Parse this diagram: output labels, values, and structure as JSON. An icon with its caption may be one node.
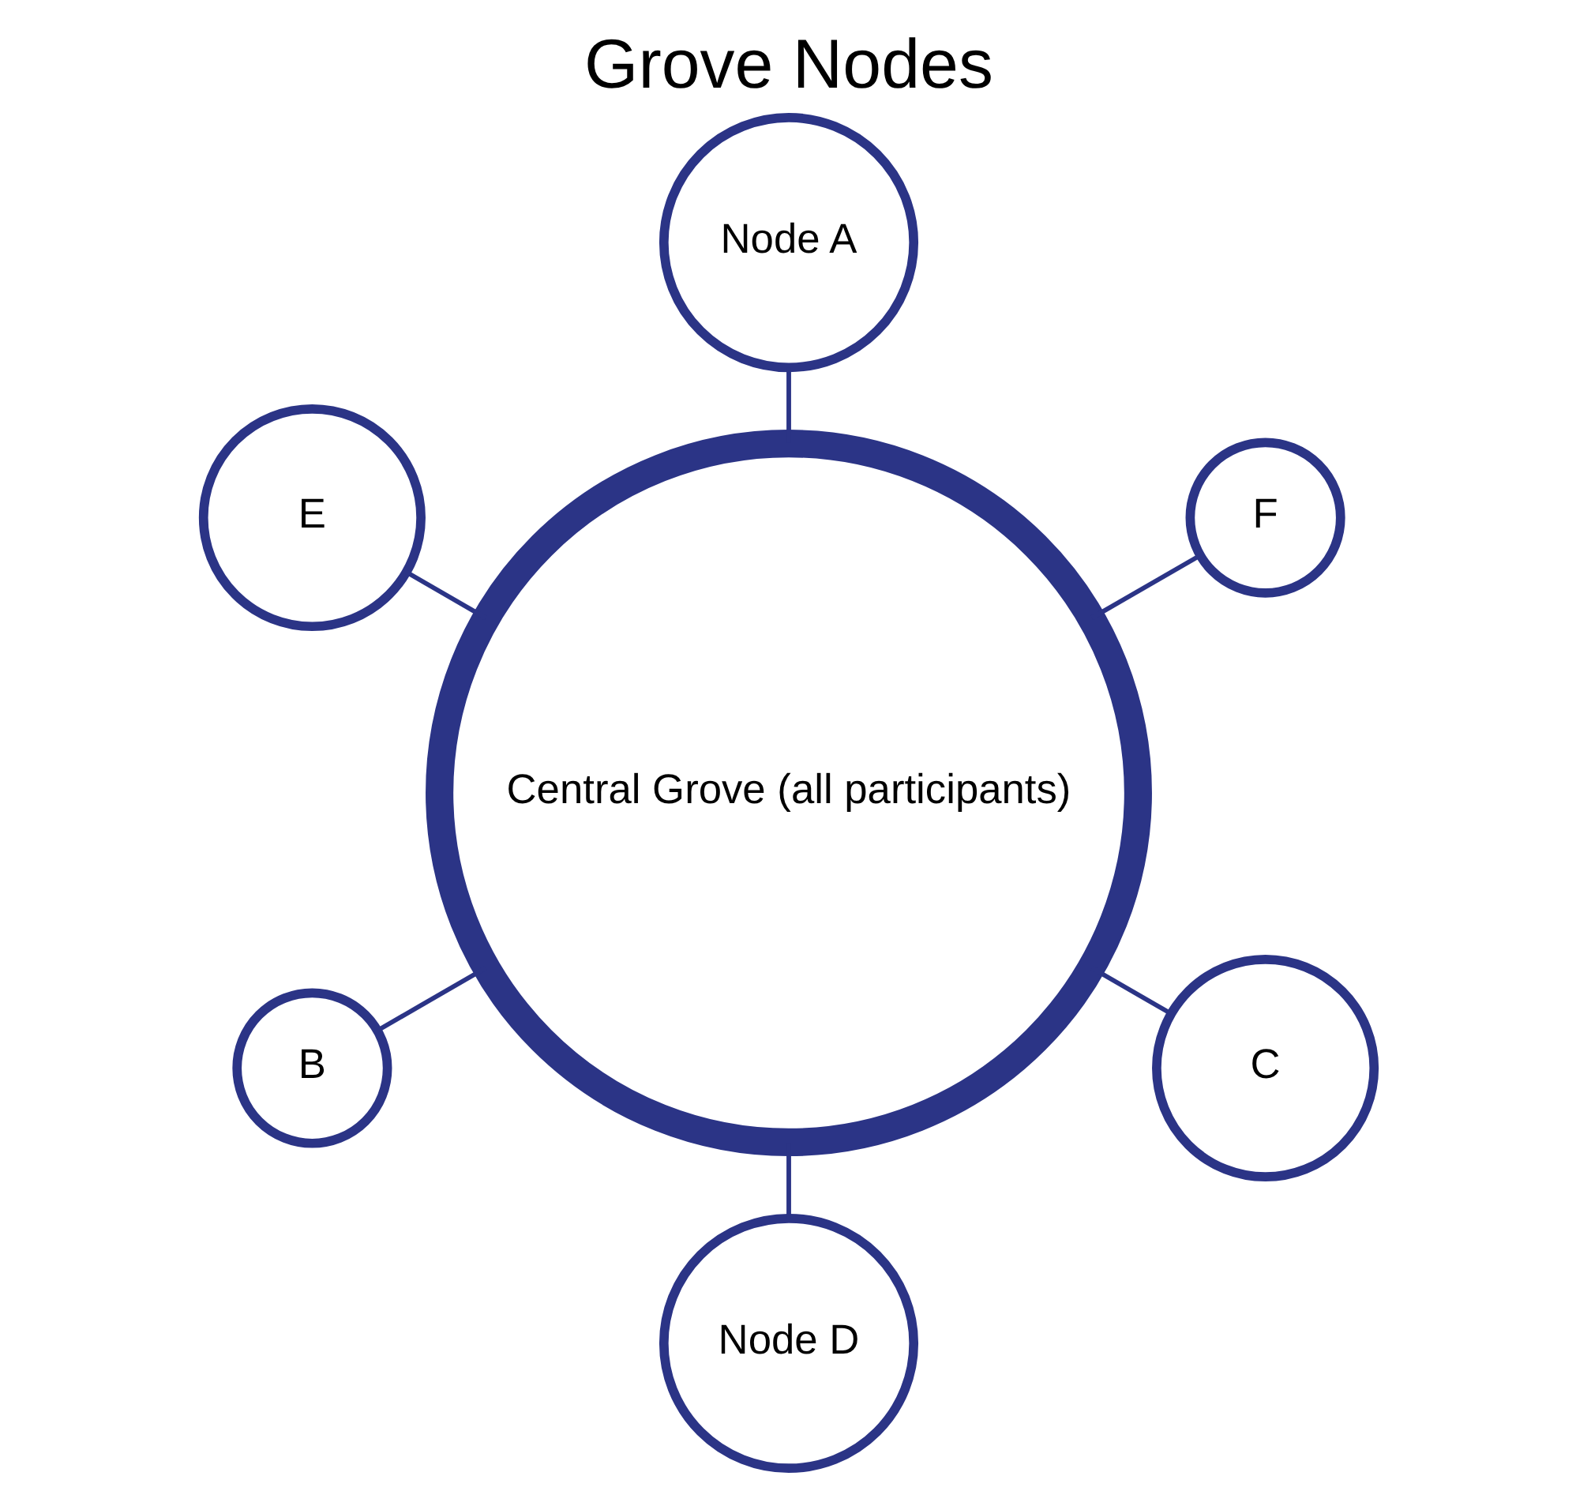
{
  "diagram": {
    "title": "Grove Nodes",
    "nodes": [
      {
        "text": [
          "F"
        ]
      },
      {
        "text": [
          "Node A"
        ]
      },
      {
        "text": [
          "E"
        ]
      },
      {
        "text": [
          "Central Grove (all participants)"
        ]
      },
      {
        "text": [
          "B"
        ]
      },
      {
        "text": [
          "Node D"
        ]
      },
      {
        "text": [
          "C"
        ]
      }
    ],
    "edges": [
      {
        "from": 3,
        "to": 1,
        "arrow": "none"
      },
      {
        "from": 3,
        "to": 4,
        "arrow": "none"
      },
      {
        "from": 3,
        "to": 6,
        "arrow": "none"
      },
      {
        "from": 3,
        "to": 5,
        "arrow": "none"
      },
      {
        "from": 3,
        "to": 2,
        "arrow": "none"
      },
      {
        "from": 3,
        "to": 0,
        "arrow": "none"
      }
    ]
  }
}
